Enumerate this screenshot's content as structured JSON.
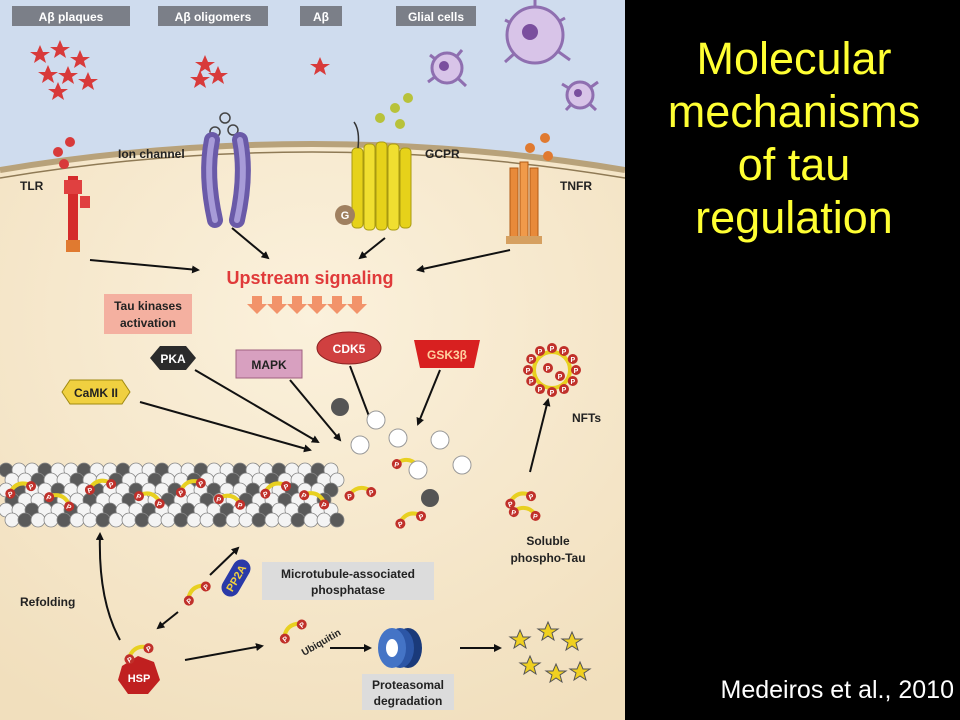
{
  "slide": {
    "title_lines": [
      "Molecular",
      "mechanisms",
      "of tau",
      "regulation"
    ],
    "citation": "Medeiros et al., 2010"
  },
  "legend": {
    "plaques": "Aβ plaques",
    "oligomers": "Aβ oligomers",
    "abeta": "Aβ",
    "glial": "Glial cells"
  },
  "receptors": {
    "tlr": "TLR",
    "ion_channel": "Ion channel",
    "gcpr": "GCPR",
    "tnfr": "TNFR",
    "g_protein": "G"
  },
  "pathway": {
    "upstream": "Upstream signaling",
    "tau_kinases_1": "Tau kinases",
    "tau_kinases_2": "activation",
    "pka": "PKA",
    "mapk": "MAPK",
    "cdk5": "CDK5",
    "gsk3b": "GSK3β",
    "camk2": "CaMK II",
    "nfts": "NFTs",
    "soluble_1": "Soluble",
    "soluble_2": "phospho-Tau",
    "phosphatase_1": "Microtubule-associated",
    "phosphatase_2": "phosphatase",
    "pp2a": "PP2A",
    "refolding": "Refolding",
    "hsp": "HSP",
    "ubiquitin": "Ubiquitin",
    "proteasomal_1": "Proteasomal",
    "proteasomal_2": "degradation",
    "phospho": "P"
  },
  "colors": {
    "title": "#ffff33",
    "extracellular": "#cfdcee",
    "cytoplasm": "#f5e7ca",
    "signal_red": "#e03a3a",
    "kinase_box": "#f4b0a0"
  }
}
